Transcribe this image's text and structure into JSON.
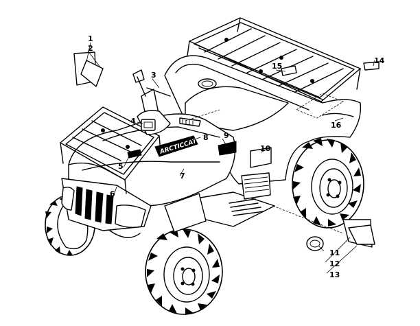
{
  "diagram": {
    "callouts": [
      {
        "id": "c1",
        "label": "1"
      },
      {
        "id": "c2",
        "label": "2"
      },
      {
        "id": "c3",
        "label": "3"
      },
      {
        "id": "c4",
        "label": "4"
      },
      {
        "id": "c5",
        "label": "5"
      },
      {
        "id": "c6",
        "label": "6"
      },
      {
        "id": "c7",
        "label": "7"
      },
      {
        "id": "c8",
        "label": "8"
      },
      {
        "id": "c9",
        "label": "9"
      },
      {
        "id": "c10",
        "label": "10"
      },
      {
        "id": "c11",
        "label": "11"
      },
      {
        "id": "c12",
        "label": "12"
      },
      {
        "id": "c13",
        "label": "13"
      },
      {
        "id": "c14",
        "label": "14"
      },
      {
        "id": "c15",
        "label": "15"
      },
      {
        "id": "c16",
        "label": "16"
      }
    ],
    "hood_logo_text": "ARCTICCAT"
  }
}
